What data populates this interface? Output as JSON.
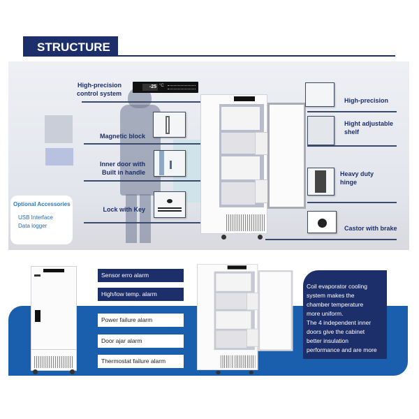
{
  "header": {
    "title": "STRUCTURE"
  },
  "features_left": [
    {
      "label": "High-precision\ncontrol system",
      "line1": "High-precision",
      "line2": "control system"
    },
    {
      "line1": "Magnetic block"
    },
    {
      "line1": "Inner door with",
      "line2": "Built in handle"
    },
    {
      "line1": "Lock with Key"
    }
  ],
  "control_panel": {
    "temperature": "-25",
    "unit": "°C"
  },
  "features_right": [
    {
      "line1": "High-precision"
    },
    {
      "line1": "Hight adjustable",
      "line2": "shelf"
    },
    {
      "line1": "Heavy duty",
      "line2": "hinge"
    },
    {
      "line1": "Castor with brake"
    }
  ],
  "optional": {
    "title": "Optional Accessories",
    "items": [
      "USB Interface",
      "Data logger"
    ]
  },
  "alarms": [
    "Sensor erro alarm",
    "High/low temp. alarm",
    "Power failure alarm",
    "Door ajar alarm",
    "Thermostat failure alarm"
  ],
  "info": [
    "Coil evaporator cooling",
    "system makes the",
    "chamber temperature",
    "more uniform.",
    "The 4 independent inner",
    "doors give the cabinet",
    "better insulation",
    "performance and are more"
  ],
  "colors": {
    "navy": "#1d2f6b",
    "blue": "#1a5fad"
  }
}
